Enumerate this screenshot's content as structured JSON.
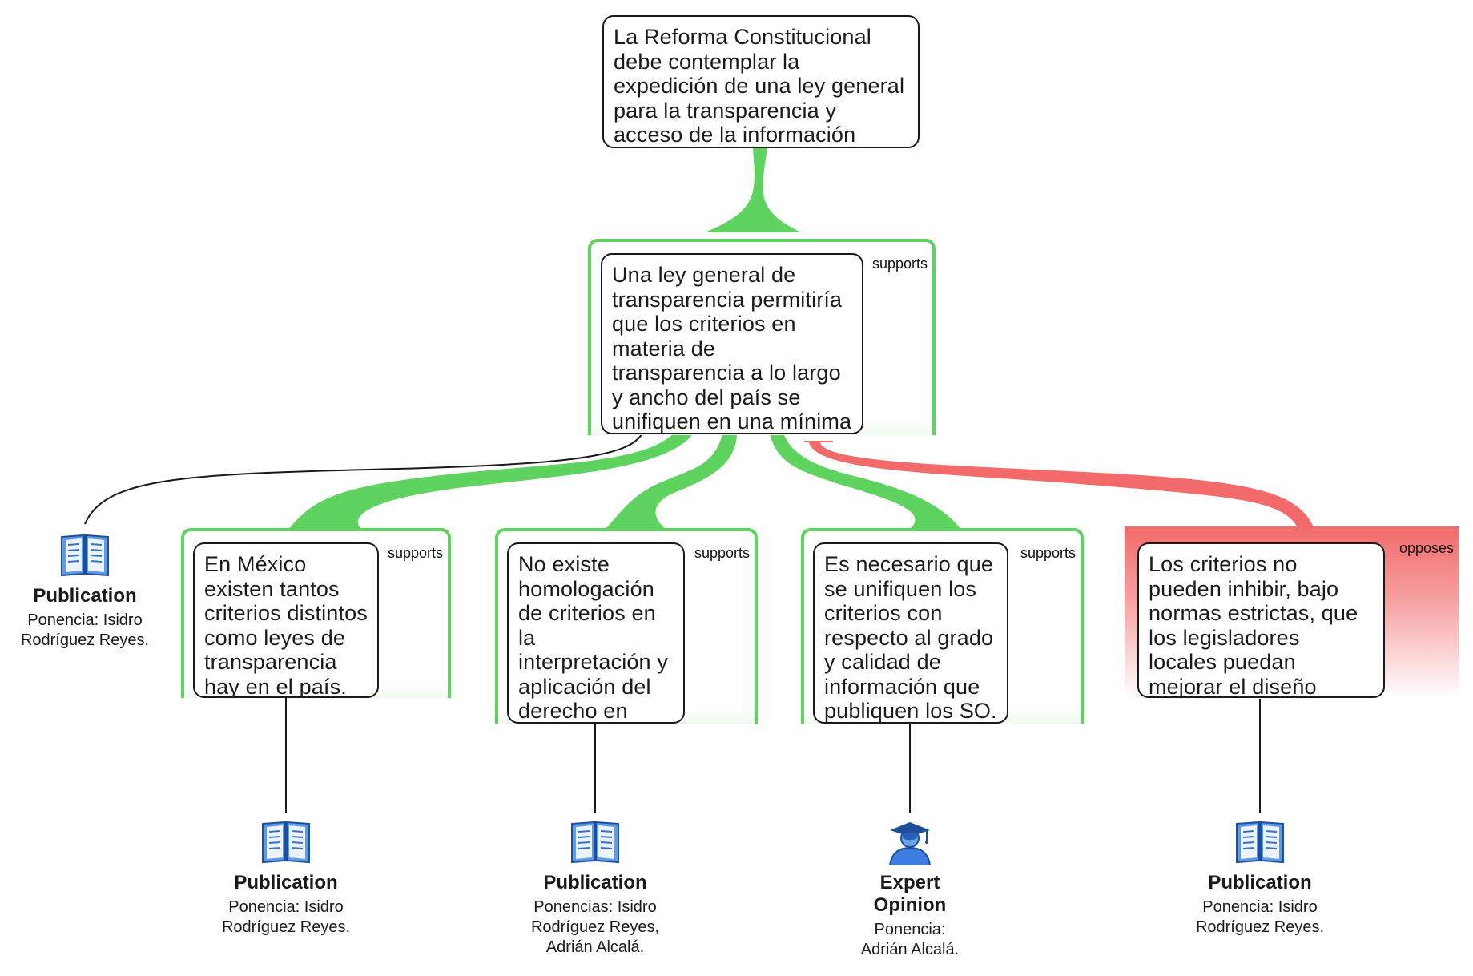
{
  "diagram": {
    "colors": {
      "supports": "#5fd35f",
      "opposes": "#f26a6a",
      "link": "#1a1a1a"
    },
    "root": {
      "text": "La Reforma Constitucional debe contemplar la expedición de una ley general para la transparencia y acceso de la información pública."
    },
    "claim": {
      "text": "Una ley general de transparencia permitiría que los criterios en materia de transparencia a lo largo y ancho del país se unifiquen en una mínima medida.",
      "relation": "supports"
    },
    "reasons": [
      {
        "text": "En México existen tantos criterios distintos como leyes de transparencia hay en el país.",
        "relation": "supports"
      },
      {
        "text": "No existe homologación de criterios en la interpretación y aplicación del derecho en todo el país.",
        "relation": "supports"
      },
      {
        "text": "Es necesario que se unifiquen los criterios con respecto al grado y calidad de información que publiquen los SO.",
        "relation": "supports"
      },
      {
        "text": "Los criterios no pueden inhibir,  bajo normas estrictas, que los legisladores locales puedan mejorar el diseño federal.",
        "relation": "opposes"
      }
    ],
    "evidence": [
      {
        "type": "Publication",
        "description": "Ponencia: Isidro\nRodríguez Reyes.",
        "icon": "book-icon"
      },
      {
        "type": "Publication",
        "description": "Ponencia: Isidro\nRodríguez Reyes.",
        "icon": "book-icon"
      },
      {
        "type": "Publication",
        "description": "Ponencias: Isidro\nRodríguez Reyes,\nAdrián Alcalá.",
        "icon": "book-icon"
      },
      {
        "type": "Expert\nOpinion",
        "description": "Ponencia:\nAdrián Alcalá.",
        "icon": "graduate-icon"
      },
      {
        "type": "Publication",
        "description": "Ponencia: Isidro\nRodríguez Reyes.",
        "icon": "book-icon"
      }
    ]
  }
}
